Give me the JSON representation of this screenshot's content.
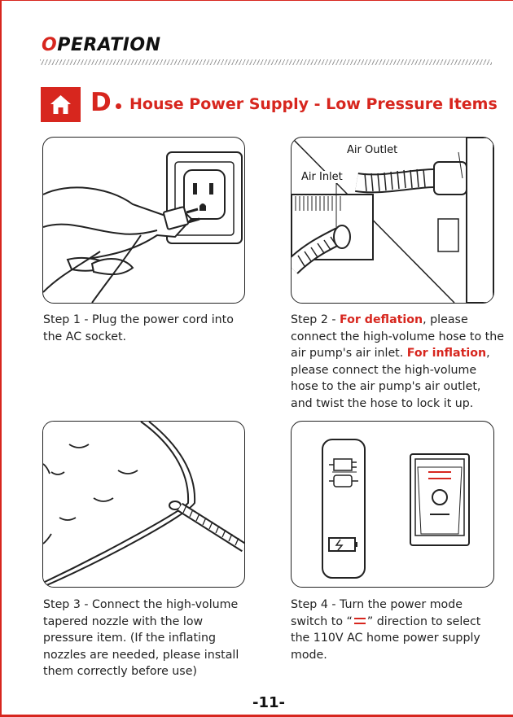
{
  "header": {
    "title_first_letter": "O",
    "title_rest": "PERATION"
  },
  "section": {
    "letter": "D",
    "title": "House Power Supply - Low Pressure Items",
    "icon": "home-icon",
    "accent_color": "#d7261e"
  },
  "panels": {
    "step2_labels": {
      "air_outlet": "Air Outlet",
      "air_inlet": "Air Inlet"
    }
  },
  "steps": {
    "step1": {
      "lines": [
        "Step 1 - Plug the power cord into",
        "the AC socket."
      ]
    },
    "step2": {
      "prefix": "Step 2 - ",
      "deflation": "For deflation",
      "line1_rest": ", please",
      "line2": "connect the high-volume hose to the",
      "line3_start": "air pump's air inlet. ",
      "inflation": "For inflation",
      "line3_end": ",",
      "line4": "please connect the high-volume",
      "line5": "hose to the air pump's air outlet,",
      "line6": "and twist the hose to lock it up."
    },
    "step3": {
      "prefix": "Step 3 - ",
      "lines_first": "Connect the high-volume",
      "lines": [
        "tapered nozzle with the low",
        "pressure item. (If the inflating",
        "nozzles are needed, please install",
        "them correctly before use)"
      ]
    },
    "step4": {
      "prefix": "Step 4 - ",
      "line1_rest": "Turn the power mode",
      "line2_start": "switch to “",
      "line2_end": "” direction to select",
      "lines": [
        "the 110V AC home power supply",
        "mode."
      ]
    }
  },
  "footer": {
    "page_number": "-11-"
  }
}
